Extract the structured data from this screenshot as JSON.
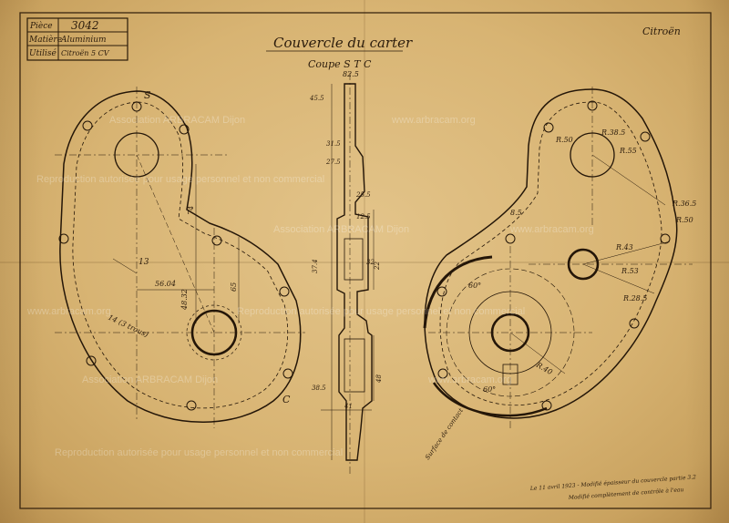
{
  "title_block": {
    "row1_label": "Pièce",
    "row1_value": "3042",
    "row2_label": "Matière",
    "row2_value": "Aluminium",
    "row3_label": "Utilisé",
    "row3_value": "Citroën 5 CV"
  },
  "drawing": {
    "title": "Couvercle du carter",
    "subtitle": "Coupe S T C",
    "stamp": "Citroën",
    "view_label_s": "S",
    "view_label_c": "C",
    "note_joint": "Surface de contact",
    "revision_note": "Le 11 avril 1923 - Modifié épaisseur du couvercle partie 3.2",
    "revision_note2": "Modifié complètement de contrôle à l'eau"
  },
  "dimensions_left": {
    "d1": "13",
    "d2": "56.04",
    "d3": "48.32",
    "d4": "74",
    "d5": "65",
    "d6": "14 (3 trous)"
  },
  "dimensions_section": {
    "s1": "82.5",
    "s2": "45.5",
    "s3": "31.5",
    "s4": "27.5",
    "s5": "25.5",
    "s6": "12.5",
    "s7": "37.4",
    "s8": "32",
    "s9": "22",
    "s10": "48",
    "s11": "38.5",
    "s12": "41"
  },
  "dimensions_right": {
    "r1": "R.50",
    "r2": "R.38.5",
    "r3": "R.55",
    "r4": "R.36.5",
    "r5": "R.50",
    "r6": "R.43",
    "r7": "R.53",
    "r8": "R.28.5",
    "r9": "60°",
    "r10": "60°",
    "r11": "8.5",
    "r12": "R.40"
  },
  "watermark": {
    "line1": "Association ARBRACAM Dijon",
    "line2": "www.arbracam.org",
    "line3": "Reproduction autorisée pour usage personnel et non commercial"
  }
}
